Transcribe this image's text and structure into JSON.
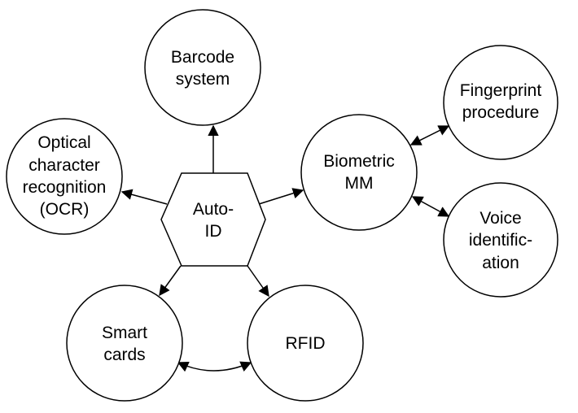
{
  "diagram": {
    "center": {
      "lines": [
        "Auto-",
        "ID"
      ]
    },
    "nodes": {
      "barcode": {
        "lines": [
          "Barcode",
          "system"
        ]
      },
      "ocr": {
        "lines": [
          "Optical",
          "character",
          "recognition",
          "(OCR)"
        ]
      },
      "biometric": {
        "lines": [
          "Biometric",
          "MM"
        ]
      },
      "fingerprint": {
        "lines": [
          "Fingerprint",
          "procedure"
        ]
      },
      "voice": {
        "lines": [
          "Voice",
          "identific-",
          "ation"
        ]
      },
      "smartcards": {
        "lines": [
          "Smart",
          "cards"
        ]
      },
      "rfid": {
        "lines": [
          "RFID"
        ]
      }
    }
  }
}
